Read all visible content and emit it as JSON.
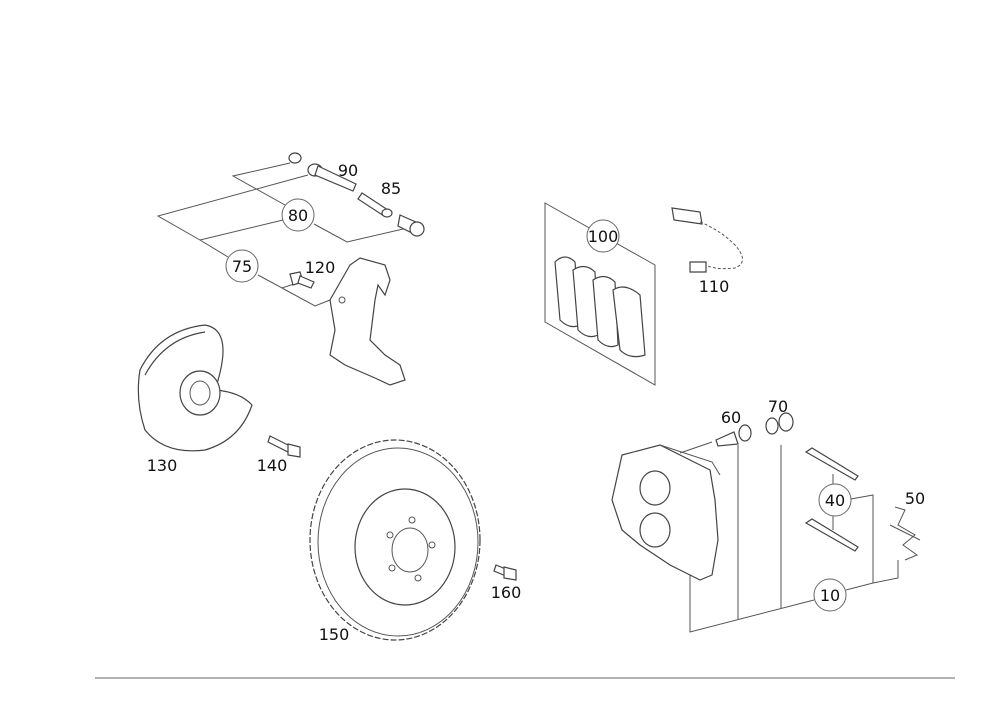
{
  "diagram": {
    "callouts": {
      "c10": "10",
      "c40": "40",
      "c75": "75",
      "c80": "80",
      "c100": "100"
    },
    "labels": {
      "p50": "50",
      "p60": "60",
      "p70": "70",
      "p85": "85",
      "p90": "90",
      "p110": "110",
      "p120": "120",
      "p130": "130",
      "p140": "140",
      "p150": "150",
      "p160": "160"
    }
  }
}
